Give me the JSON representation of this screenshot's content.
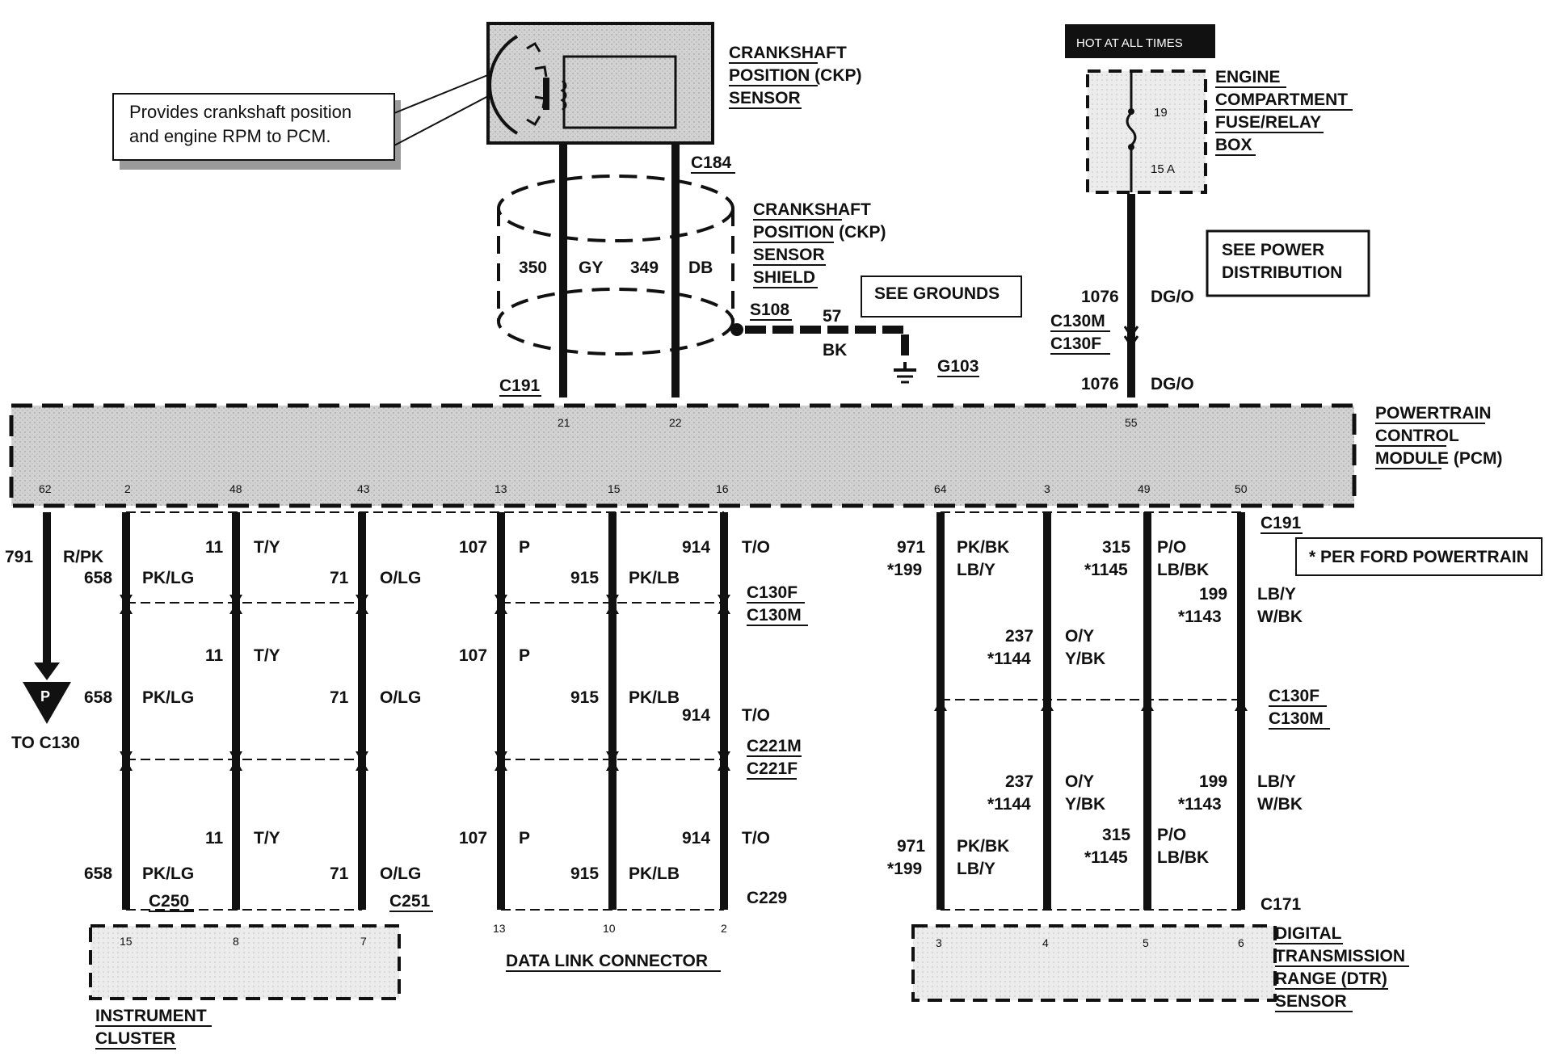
{
  "notes": {
    "ckp_description_line1": "Provides crankshaft position",
    "ckp_description_line2": "and engine RPM to PCM.",
    "hot_at_all_times": "HOT AT ALL TIMES",
    "see_grounds": "SEE GROUNDS",
    "see_power_line1": "SEE POWER",
    "see_power_line2": "DISTRIBUTION",
    "per_ford": "* PER FORD POWERTRAIN"
  },
  "components": {
    "ckp_sensor": [
      "CRANKSHAFT",
      "POSITION (CKP)",
      "SENSOR"
    ],
    "ckp_shield": [
      "CRANKSHAFT",
      "POSITION (CKP)",
      "SENSOR",
      "SHIELD"
    ],
    "fuse_box": [
      "ENGINE",
      "COMPARTMENT",
      "FUSE/RELAY",
      "BOX"
    ],
    "pcm": [
      "POWERTRAIN",
      "CONTROL",
      "MODULE (PCM)"
    ],
    "instrument_cluster": [
      "INSTRUMENT",
      "CLUSTER"
    ],
    "data_link_connector": "DATA LINK CONNECTOR",
    "dtr_sensor": [
      "DIGITAL",
      "TRANSMISSION",
      "RANGE (DTR)",
      "SENSOR"
    ]
  },
  "fuse": {
    "number": "19",
    "rating": "15 A"
  },
  "connectors": {
    "c184": "C184",
    "c191": "C191",
    "c130m": "C130M",
    "c130f": "C130F",
    "c221m": "C221M",
    "c221f": "C221F",
    "c250": "C250",
    "c251": "C251",
    "c229": "C229",
    "c171": "C171",
    "s108": "S108",
    "g103": "G103",
    "to_c130": "TO C130",
    "p_marker": "P"
  },
  "pcm_pins": {
    "top": [
      "21",
      "22",
      "55"
    ],
    "bottom": [
      "62",
      "2",
      "48",
      "43",
      "13",
      "15",
      "16",
      "64",
      "3",
      "49",
      "50"
    ]
  },
  "component_pins": {
    "cluster": [
      "15",
      "8",
      "7"
    ],
    "dlc": [
      "13",
      "10",
      "2"
    ],
    "dtr": [
      "3",
      "4",
      "5",
      "6"
    ]
  },
  "circuits": {
    "ckp_350": "350",
    "ckp_gy": "GY",
    "ckp_349": "349",
    "ckp_db": "DB",
    "ground_57": "57",
    "ground_bk": "BK",
    "power_1076": "1076",
    "power_dgo": "DG/O",
    "c791": "791",
    "c791_color": "R/PK",
    "c658": "658",
    "c658_color": "PK/LG",
    "c11": "11",
    "c11_color": "T/Y",
    "c71": "71",
    "c71_color": "O/LG",
    "c107": "107",
    "c107_color": "P",
    "c915": "915",
    "c915_color": "PK/LB",
    "c914": "914",
    "c914_color": "T/O",
    "c971": "971",
    "c199s": "*199",
    "c971_color": "PK/BK",
    "c971_alt_color": "LB/Y",
    "c237": "237",
    "c1144s": "*1144",
    "c237_color": "O/Y",
    "c237_alt_color": "Y/BK",
    "c315": "315",
    "c1145s": "*1145",
    "c315_color": "P/O",
    "c315_alt_color": "LB/BK",
    "c199": "199",
    "c1143s": "*1143",
    "c199_color": "LB/Y",
    "c199_alt_color": "W/BK"
  }
}
